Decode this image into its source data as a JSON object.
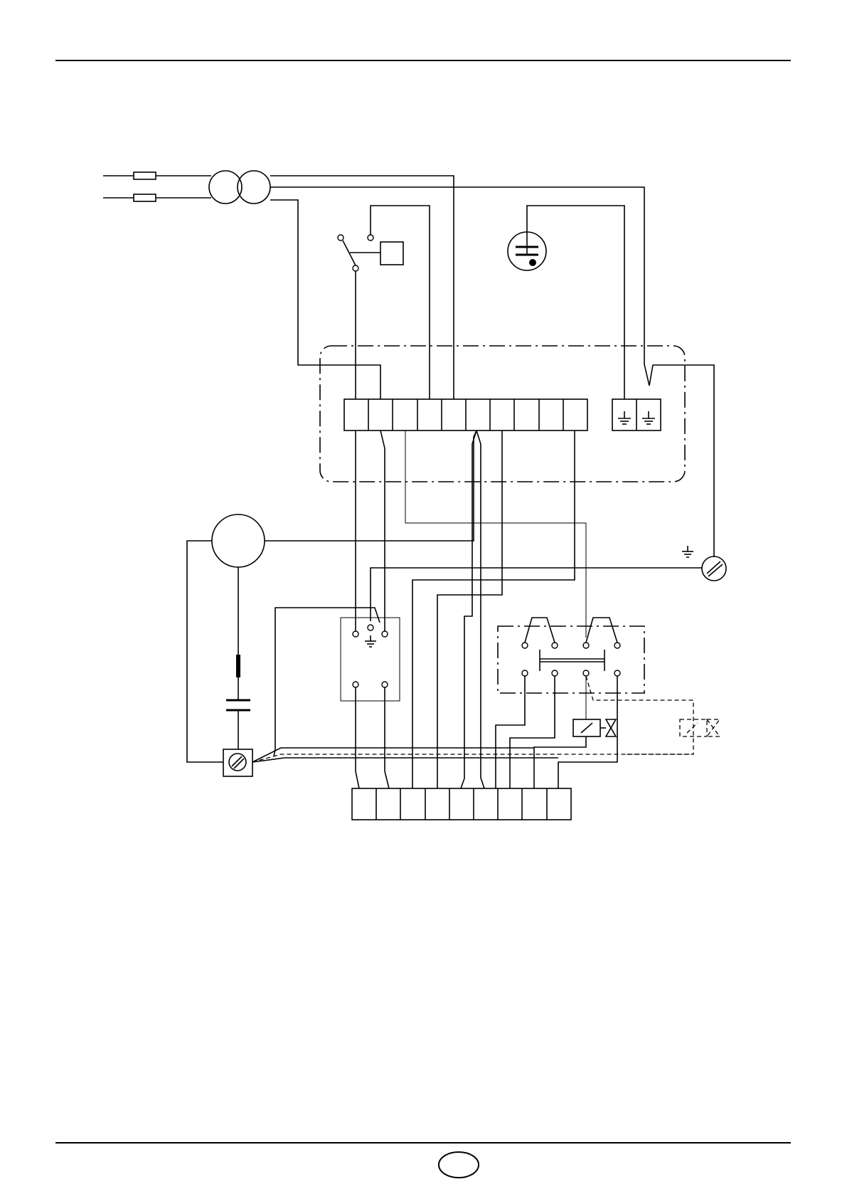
{
  "page": {
    "number_label": ""
  },
  "diagram": {
    "type": "electrical-wiring-schematic",
    "components": [
      "fuse",
      "fuse",
      "transformer",
      "pressure-switch",
      "relay-box",
      "flame-detector",
      "control-terminal-block",
      "earth-terminal-pair",
      "motor",
      "capacitor",
      "earth-screw",
      "motor-earth-screw",
      "connector",
      "changeover-relay",
      "solenoid-valve",
      "optional-solenoid-valve",
      "bottom-terminal-block"
    ],
    "colors": {
      "line": "#000000",
      "background": "#ffffff"
    }
  }
}
